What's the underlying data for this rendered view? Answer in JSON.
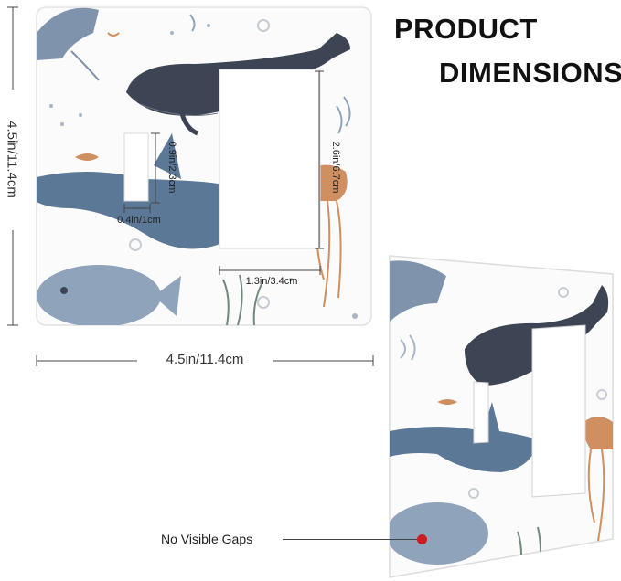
{
  "heading": {
    "line1": "PRODUCT",
    "line2": "DIMENSIONS"
  },
  "dimensions": {
    "height_outer": "4.5in/11.4cm",
    "width_outer": "4.5in/11.4cm",
    "toggle_height": "0.9in/2.3cm",
    "toggle_width": "0.4in/1cm",
    "rocker_height": "2.6in/6.7cm",
    "rocker_width": "1.3in/3.4cm"
  },
  "callout": {
    "text": "No Visible Gaps"
  },
  "colors": {
    "whale_dark": "#3d4453",
    "whale_blue": "#5b7897",
    "fish_blue": "#8fa3bb",
    "jellyfish": "#d08f61",
    "accent_red": "#c81d25",
    "plate": "#fbfbfb"
  }
}
